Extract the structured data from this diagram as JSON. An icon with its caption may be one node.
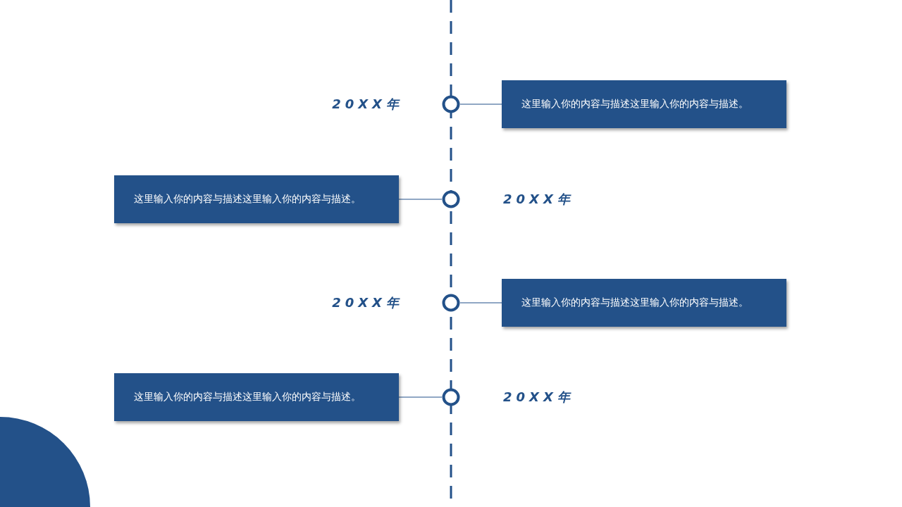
{
  "diagram": {
    "nodes": [
      {
        "text": [],
        "shape": "circle",
        "beside": [
          "20XX年"
        ]
      },
      {
        "text": [
          "这里输入你的内容与描述这里输入你的内容与描述。"
        ]
      },
      {
        "text": [
          "这里输入你的内容与描述这里输入你的内容与描述。"
        ]
      },
      {
        "text": [],
        "shape": "circle",
        "beside": [
          "20XX年"
        ]
      },
      {
        "text": [],
        "shape": "circle",
        "beside": [
          "20XX年"
        ]
      },
      {
        "text": [
          "这里输入你的内容与描述这里输入你的内容与描述。"
        ]
      },
      {
        "text": [
          "这里输入你的内容与描述这里输入你的内容与描述。"
        ]
      },
      {
        "text": [],
        "shape": "circle",
        "beside": [
          "20XX年"
        ]
      }
    ],
    "edges": [
      {
        "from": 0,
        "to": 1,
        "arrow": "none"
      },
      {
        "from": 2,
        "to": 3,
        "arrow": "none"
      },
      {
        "from": 4,
        "to": 5,
        "arrow": "none"
      },
      {
        "from": 6,
        "to": 7,
        "arrow": "none"
      }
    ]
  }
}
